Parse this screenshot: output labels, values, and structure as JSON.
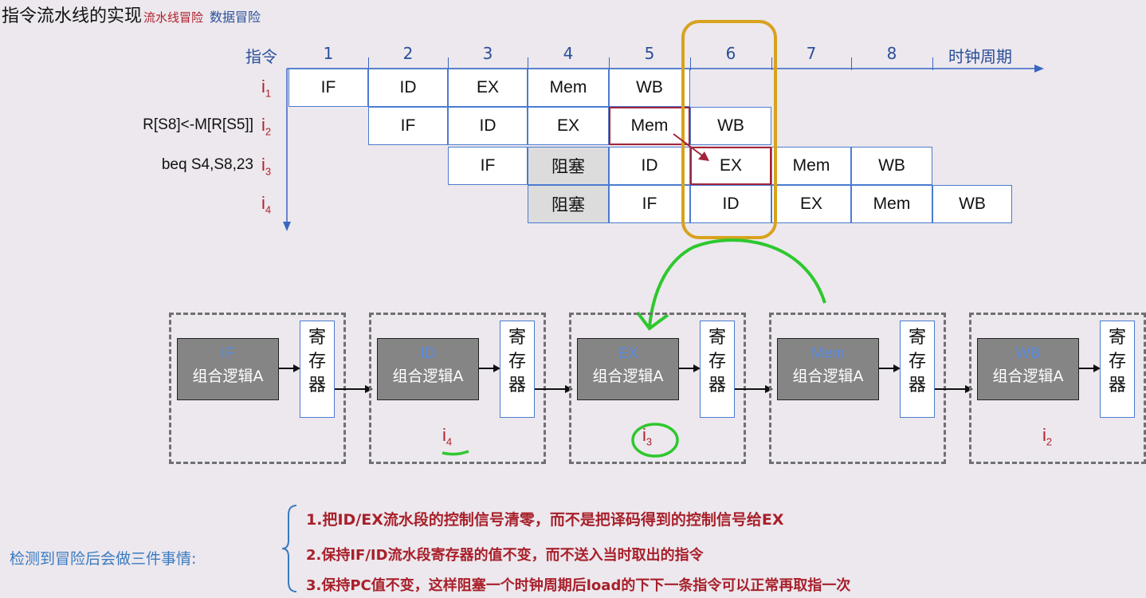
{
  "title": {
    "main": "指令流水线的实现",
    "tag1": "流水线冒险",
    "tag2": "数据冒险"
  },
  "timing": {
    "instr_axis_label": "指令",
    "clock_axis_label": "时钟周期",
    "cycles": [
      "1",
      "2",
      "3",
      "4",
      "5",
      "6",
      "7",
      "8"
    ],
    "rows": [
      {
        "id": "i",
        "sub": "1",
        "text": "",
        "cells": [
          {
            "start": 1,
            "label": "IF"
          },
          {
            "start": 2,
            "label": "ID"
          },
          {
            "start": 3,
            "label": "EX"
          },
          {
            "start": 4,
            "label": "Mem"
          },
          {
            "start": 5,
            "label": "WB"
          }
        ]
      },
      {
        "id": "i",
        "sub": "2",
        "text": "R[S8]<-M[R[S5]]",
        "cells": [
          {
            "start": 2,
            "label": "IF"
          },
          {
            "start": 3,
            "label": "ID"
          },
          {
            "start": 4,
            "label": "EX"
          },
          {
            "start": 5,
            "label": "Mem",
            "style": "red"
          },
          {
            "start": 6,
            "label": "WB"
          }
        ]
      },
      {
        "id": "i",
        "sub": "3",
        "text": "beq S4,S8,23",
        "cells": [
          {
            "start": 3,
            "label": "IF"
          },
          {
            "start": 4,
            "label": "阻塞",
            "style": "gray"
          },
          {
            "start": 5,
            "label": "ID"
          },
          {
            "start": 6,
            "label": "EX",
            "style": "red"
          },
          {
            "start": 7,
            "label": "Mem"
          },
          {
            "start": 8,
            "label": "WB"
          }
        ]
      },
      {
        "id": "i",
        "sub": "4",
        "text": "",
        "cells": [
          {
            "start": 4,
            "label": "阻塞",
            "style": "gray"
          },
          {
            "start": 5,
            "label": "IF"
          },
          {
            "start": 6,
            "label": "ID"
          },
          {
            "start": 7,
            "label": "EX"
          },
          {
            "start": 8,
            "label": "Mem"
          },
          {
            "start": 9,
            "label": "WB"
          }
        ]
      }
    ]
  },
  "stages": [
    {
      "name": "IF",
      "logic": "组合逻辑A",
      "reg": [
        "寄",
        "存",
        "器"
      ],
      "instr_id": "",
      "instr_sub": ""
    },
    {
      "name": "ID",
      "logic": "组合逻辑A",
      "reg": [
        "寄",
        "存",
        "器"
      ],
      "instr_id": "i",
      "instr_sub": "4"
    },
    {
      "name": "EX",
      "logic": "组合逻辑A",
      "reg": [
        "寄",
        "存",
        "器"
      ],
      "instr_id": "i",
      "instr_sub": "3"
    },
    {
      "name": "Mem",
      "logic": "组合逻辑A",
      "reg": [
        "寄",
        "存",
        "器"
      ],
      "instr_id": "",
      "instr_sub": ""
    },
    {
      "name": "WB",
      "logic": "组合逻辑A",
      "reg": [
        "寄",
        "存",
        "器"
      ],
      "instr_id": "i",
      "instr_sub": "2"
    }
  ],
  "notes": {
    "label": "检测到冒险后会做三件事情:",
    "items": [
      "1.把ID/EX流水段的控制信号清零，而不是把译码得到的控制信号给EX",
      "2.保持IF/ID流水段寄存器的值不变，而不送入当时取出的指令",
      "3.保持PC值不变，这样阻塞一个时钟周期后load的下下一条指令可以正常再取指一次"
    ]
  },
  "colors": {
    "cell_border": "#4b7bd0",
    "hazard_red": "#a3243a",
    "highlight_orange": "#d8a21e",
    "annotation_green": "#2ec82e",
    "axis_blue": "#2a4f98"
  }
}
